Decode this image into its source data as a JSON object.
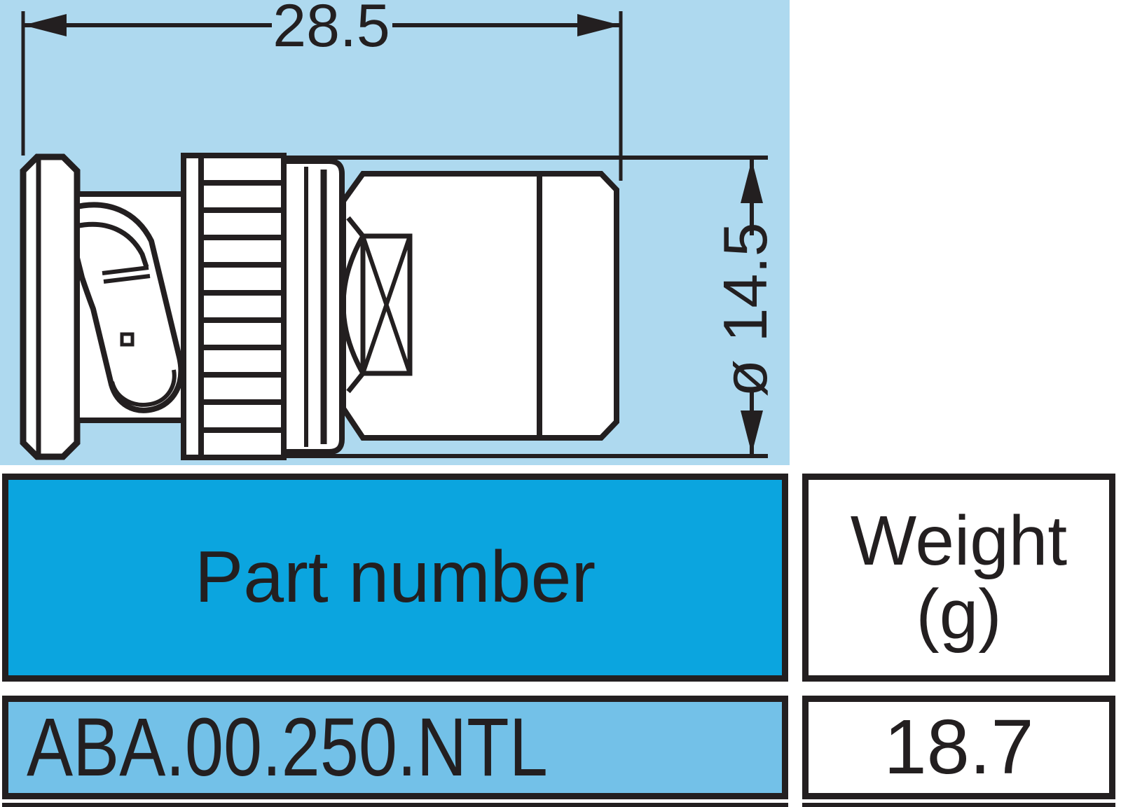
{
  "colors": {
    "drawing_bg": "#AED9EF",
    "header_fill": "#0BA5DF",
    "row_fill": "#73C1E8",
    "line": "#231F20",
    "page_bg": "#FFFFFF"
  },
  "drawing": {
    "subject": "bnc-straight-plug-side-view",
    "dim_length": "28.5",
    "dim_diameter": "ø 14.5"
  },
  "table": {
    "header": {
      "part_number": "Part number",
      "weight_line1": "Weight",
      "weight_line2": "(g)"
    },
    "rows": [
      {
        "part_number": "ABA.00.250.NTL",
        "weight": "18.7"
      }
    ]
  }
}
